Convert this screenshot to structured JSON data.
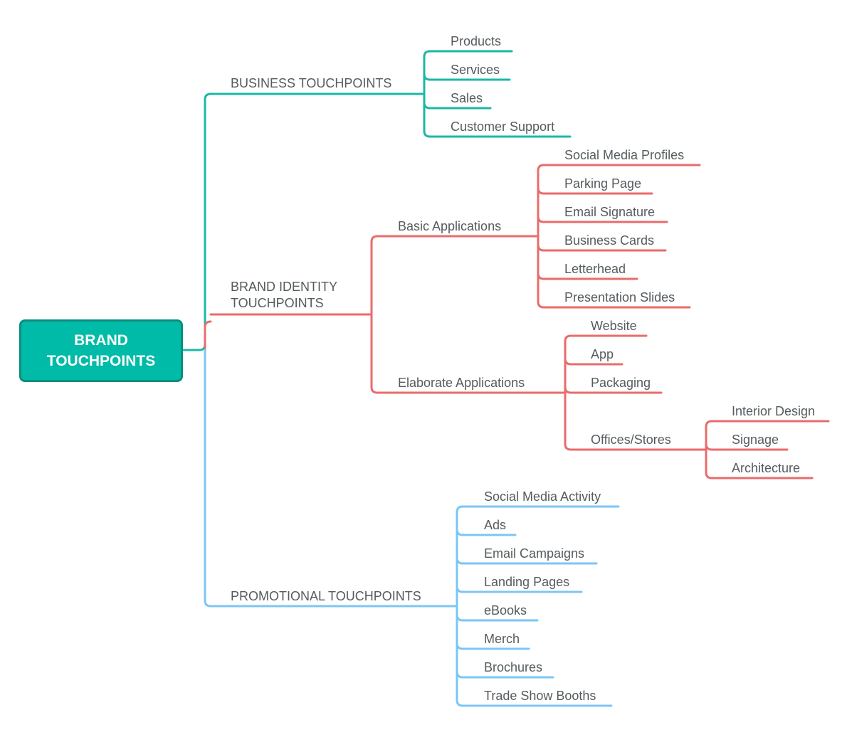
{
  "colors": {
    "root_fill": "#00bba7",
    "business": "#1bb8a6",
    "brand_identity": "#ea6b6b",
    "promotional": "#7cc6f5",
    "label_text": "#555b5e"
  },
  "root": {
    "label": "BRAND TOUCHPOINTS"
  },
  "branches": {
    "business": {
      "label": "BUSINESS TOUCHPOINTS",
      "items": [
        "Products",
        "Services",
        "Sales",
        "Customer Support"
      ]
    },
    "brand_identity": {
      "label": "BRAND IDENTITY TOUCHPOINTS",
      "basic": {
        "label": "Basic Applications",
        "items": [
          "Social Media Profiles",
          "Parking Page",
          "Email Signature",
          "Business Cards",
          "Letterhead",
          "Presentation Slides"
        ]
      },
      "elaborate": {
        "label": "Elaborate Applications",
        "items": [
          "Website",
          "App",
          "Packaging"
        ],
        "offices": {
          "label": "Offices/Stores",
          "items": [
            "Interior Design",
            "Signage",
            "Architecture"
          ]
        }
      }
    },
    "promotional": {
      "label": "PROMOTIONAL TOUCHPOINTS",
      "items": [
        "Social Media Activity",
        "Ads",
        "Email Campaigns",
        "Landing Pages",
        "eBooks",
        "Merch",
        "Brochures",
        "Trade Show Booths"
      ]
    }
  }
}
